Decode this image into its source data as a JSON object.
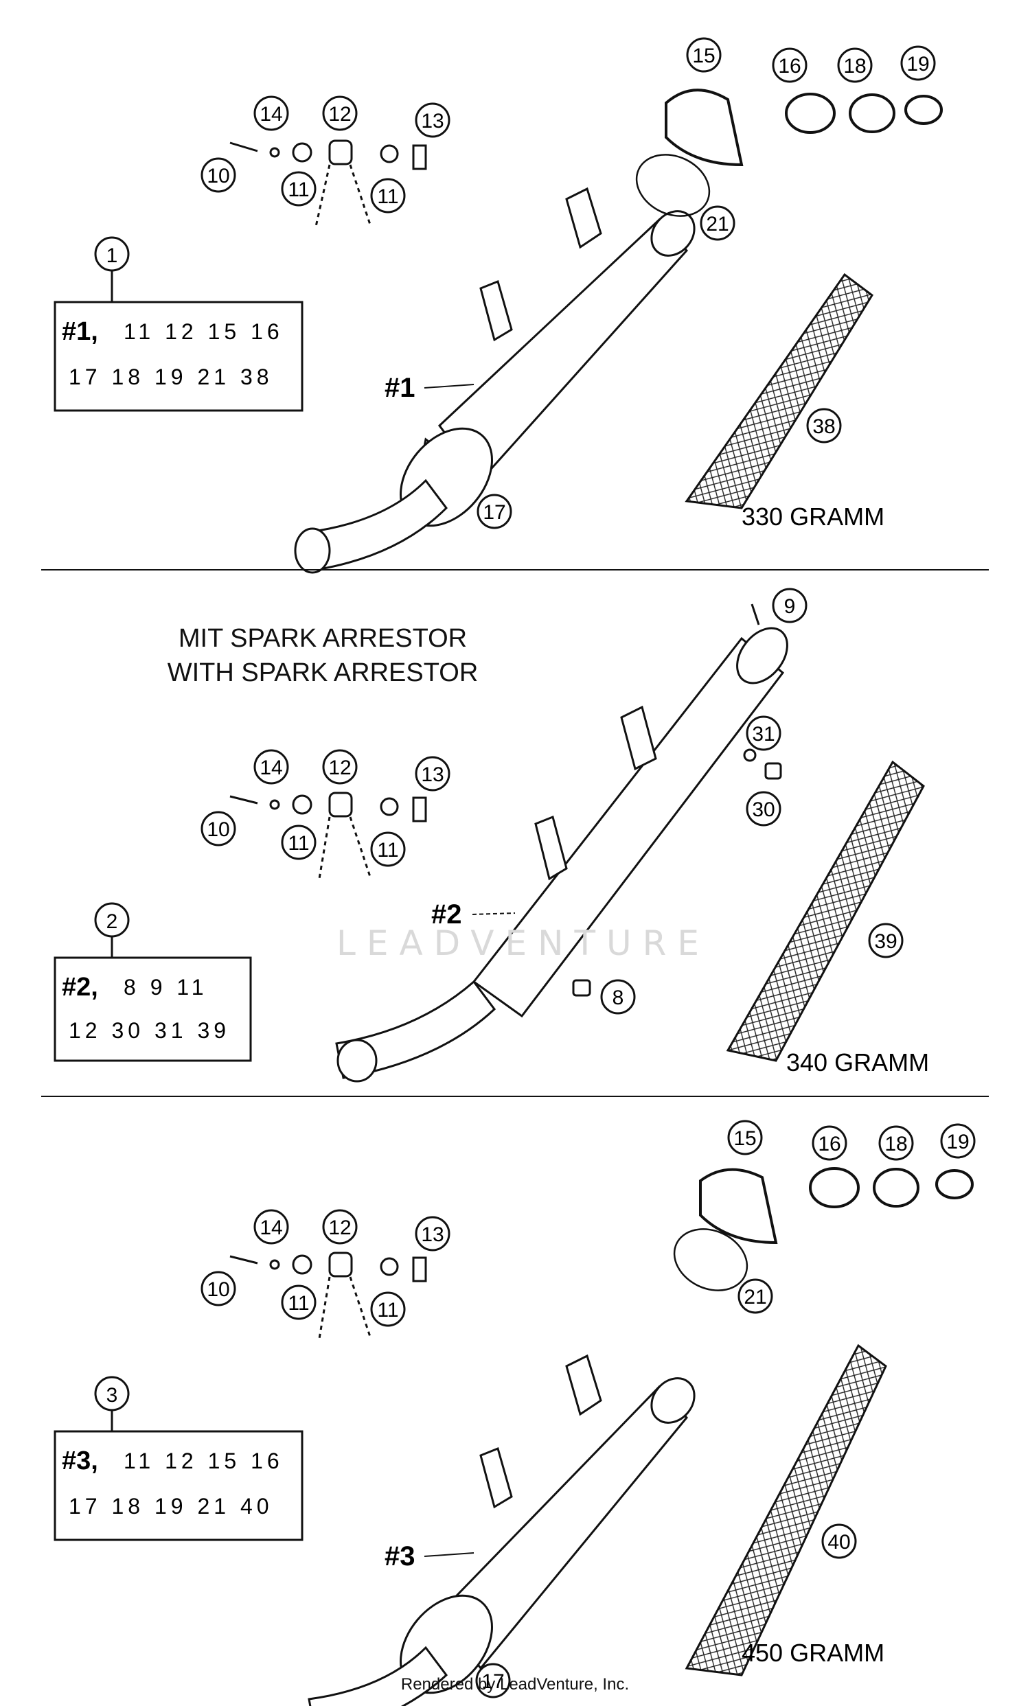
{
  "sections": [
    {
      "kit": "1",
      "label": "#1",
      "box_title": "#1,",
      "parts_row1": [
        "11",
        "12",
        "15",
        "16"
      ],
      "parts_row2": [
        "17",
        "18",
        "19",
        "21",
        "38"
      ],
      "weight": "330 GRAMM"
    },
    {
      "kit": "2",
      "label": "#2",
      "box_title": "#2,",
      "parts_row1": [
        "8",
        "9",
        "11"
      ],
      "parts_row2": [
        "12",
        "30",
        "31",
        "39"
      ],
      "weight": "340 GRAMM",
      "heading_line1": "MIT SPARK ARRESTOR",
      "heading_line2": "WITH SPARK ARRESTOR"
    },
    {
      "kit": "3",
      "label": "#3",
      "box_title": "#3,",
      "parts_row1": [
        "11",
        "12",
        "15",
        "16"
      ],
      "parts_row2": [
        "17",
        "18",
        "19",
        "21",
        "40"
      ],
      "weight": "450 GRAMM"
    }
  ],
  "callouts": {
    "mount": [
      "14",
      "12",
      "13",
      "10",
      "11",
      "11"
    ],
    "endcap": [
      "15",
      "16",
      "18",
      "19",
      "21"
    ],
    "s1": [
      "17",
      "38"
    ],
    "s2": [
      "9",
      "31",
      "30",
      "8",
      "39"
    ],
    "s3": [
      "17",
      "40"
    ]
  },
  "watermark": "LEADVENTURE",
  "footer": "Rendered by LeadVenture, Inc."
}
